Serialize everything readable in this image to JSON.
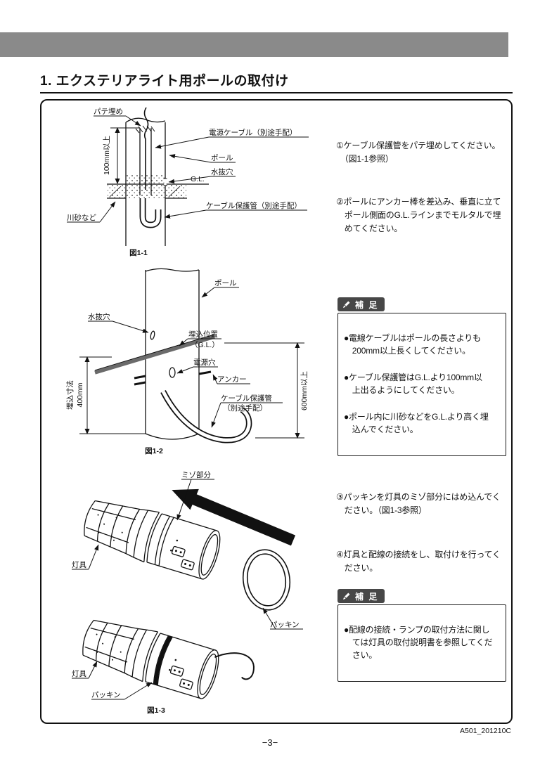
{
  "page": {
    "title": "1. エクステリアライト用ポールの取付け",
    "doc_code": "A501_201210C",
    "page_number": "−3−"
  },
  "steps": {
    "step1": "①ケーブル保護管をパテ埋めしてください。\n　（図1-1参照）",
    "step2": "②ポールにアンカー棒を差込み、垂直に立て\n　ポール側面のG.L.ラインまでモルタルで埋\n　めてください。",
    "step3": "③パッキンを灯具のミゾ部分にはめ込んでく\n　ださい。（図1-3参照）",
    "step4": "④灯具と配線の接続をし、取付けを行ってく\n　ださい。"
  },
  "note1": {
    "title": "補 足",
    "items": [
      "●電線ケーブルはポールの長さよりも\n　200mm以上長くしてください。",
      "●ケーブル保護管はG.L.より100mm以\n　上出るようにしてください。",
      "●ポール内に川砂などをG.L.より高く埋\n　込んでください。"
    ]
  },
  "note2": {
    "title": "補 足",
    "items": [
      "●配線の接続・ランプの取付方法に関し\n　ては灯具の取付説明書を参照してくだ\n　さい。"
    ]
  },
  "fig1": {
    "caption": "図1-1",
    "labels": {
      "putty": "パテ埋め",
      "dim100": "100mm以上",
      "power_cable": "電源ケーブル（別途手配）",
      "pole": "ポール",
      "drain_hole": "水抜穴",
      "gl": "G.L.",
      "protect_tube": "ケーブル保護管（別途手配）",
      "river_sand": "川砂など"
    }
  },
  "fig2": {
    "caption": "図1-2",
    "labels": {
      "pole": "ポール",
      "drain_hole": "水抜穴",
      "embed_pos1": "埋込位置",
      "embed_pos2": "（G.L.）",
      "power_hole": "電源穴",
      "anchor": "アンカー",
      "protect_tube1": "ケーブル保護管",
      "protect_tube2": "（別途手配）",
      "embed_dim1": "埋込寸法",
      "embed_dim2": "400mm",
      "dim600": "600mm以上"
    }
  },
  "fig3": {
    "caption": "図1-3",
    "labels": {
      "groove": "ミゾ部分",
      "fixture_top": "灯具",
      "packing_loose": "パッキン",
      "fixture_bottom": "灯具",
      "packing_fitted": "パッキン"
    }
  }
}
